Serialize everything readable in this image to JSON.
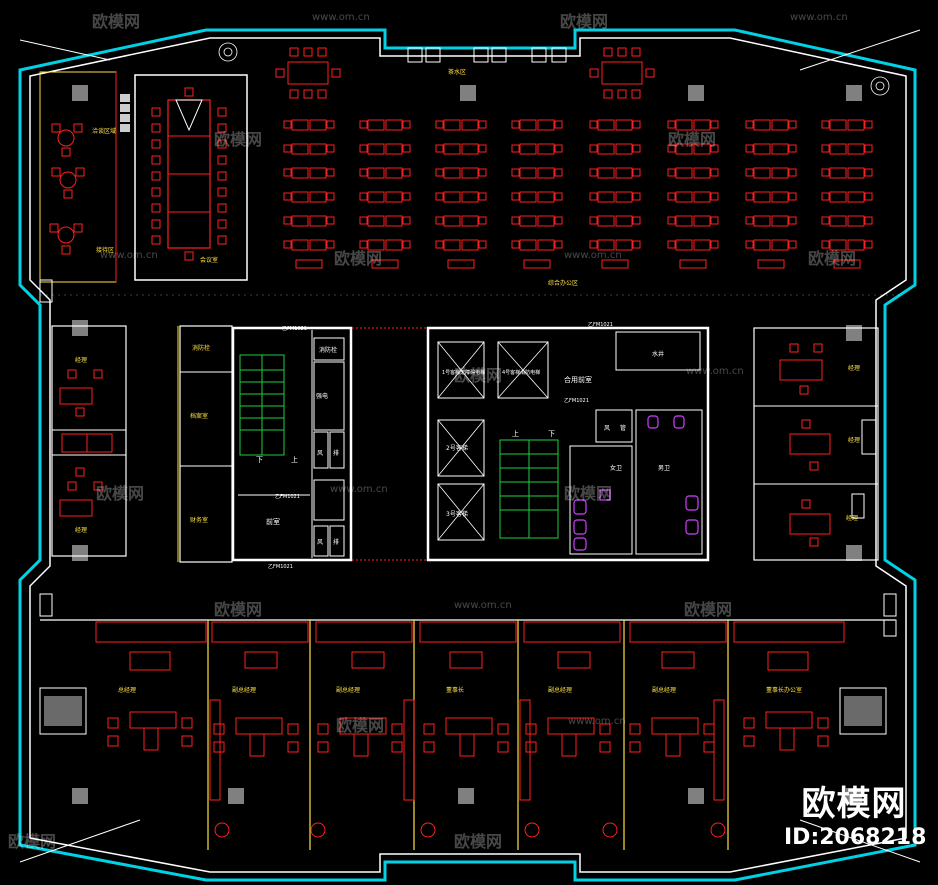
{
  "colors": {
    "background": "#000000",
    "outer_wall": "#00d2e6",
    "wall": "#ffffff",
    "furniture": "#ff2020",
    "partition": "#ffe040",
    "plumbing": "#d040ff",
    "stairs": "#20d040",
    "door": "#40a0ff"
  },
  "rooms": {
    "discussion_area": "洽谈区域",
    "reception": "接待区",
    "meeting_room": "会议室",
    "tea_area": "茶水区",
    "open_office": "综合办公区",
    "manager_left": "经理",
    "manager_left_2": "经理",
    "manager_right_1": "经理",
    "manager_right_2": "经理",
    "manager_right_3": "经理",
    "finance_office": "财务室",
    "archive": "档案室",
    "fire_hydrant": "消防栓",
    "stair_lobby": "前室",
    "elevator_front": "合用前室",
    "freight_elevator": "1号客梯无障碍电梯",
    "fire_elevator": "4号客梯消防电梯",
    "elevator_2": "2号客梯",
    "elevator_3": "3号客梯",
    "female_wc": "女卫",
    "male_wc": "男卫",
    "water_well": "水井",
    "shaft_fan": "风",
    "shaft_smoke": "排",
    "shaft_elec": "强电",
    "shaft_pipe": "管",
    "general_office": "总经理",
    "deputy_office_1": "副总经理",
    "deputy_office_2": "副总经理",
    "director_office": "董事长",
    "deputy_office_3": "副总经理",
    "deputy_office_4": "副总经理",
    "chairman_office": "董事长办公室",
    "stair_up": "上",
    "stair_down": "下"
  },
  "door_tags": {
    "fire_door_1": "乙FM1021",
    "fire_door_2": "乙FM1021",
    "fire_door_3": "乙FM1021",
    "fire_door_4": "乙FM1021",
    "fire_door_5": "乙FM1021"
  },
  "watermark": {
    "logo": "欧模网",
    "url": "www.om.cn"
  },
  "brand": {
    "name": "欧模网",
    "id": "ID:2068218"
  }
}
